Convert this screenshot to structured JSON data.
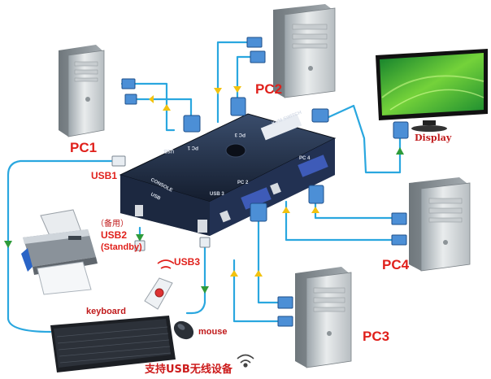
{
  "labels": {
    "pc1": "PC1",
    "pc2": "PC2",
    "pc3": "PC3",
    "pc4": "PC4",
    "display": "Display",
    "usb1": "USB1",
    "usb2_cn": "（备用）",
    "usb2": "USB2",
    "usb2_standby": "(Standby)",
    "usb3": "USB3",
    "keyboard": "keyboard",
    "mouse": "mouse",
    "wireless_cn": "支持USB无线设备"
  },
  "device": {
    "name": "KVM SWITCH",
    "console": "CONSOLE",
    "usb": "USB",
    "usb3": "USB 3",
    "pc1": "PC 1",
    "pc2": "PC 2",
    "pc3": "PC 3",
    "pc4": "PC 4",
    "usb_top": "USB"
  },
  "colors": {
    "cable": "#2aa7df",
    "label_red": "#e0201b",
    "device_body": "#1d2a40",
    "arrow_green": "#2e9b3a",
    "arrow_yellow": "#f2c20f"
  }
}
